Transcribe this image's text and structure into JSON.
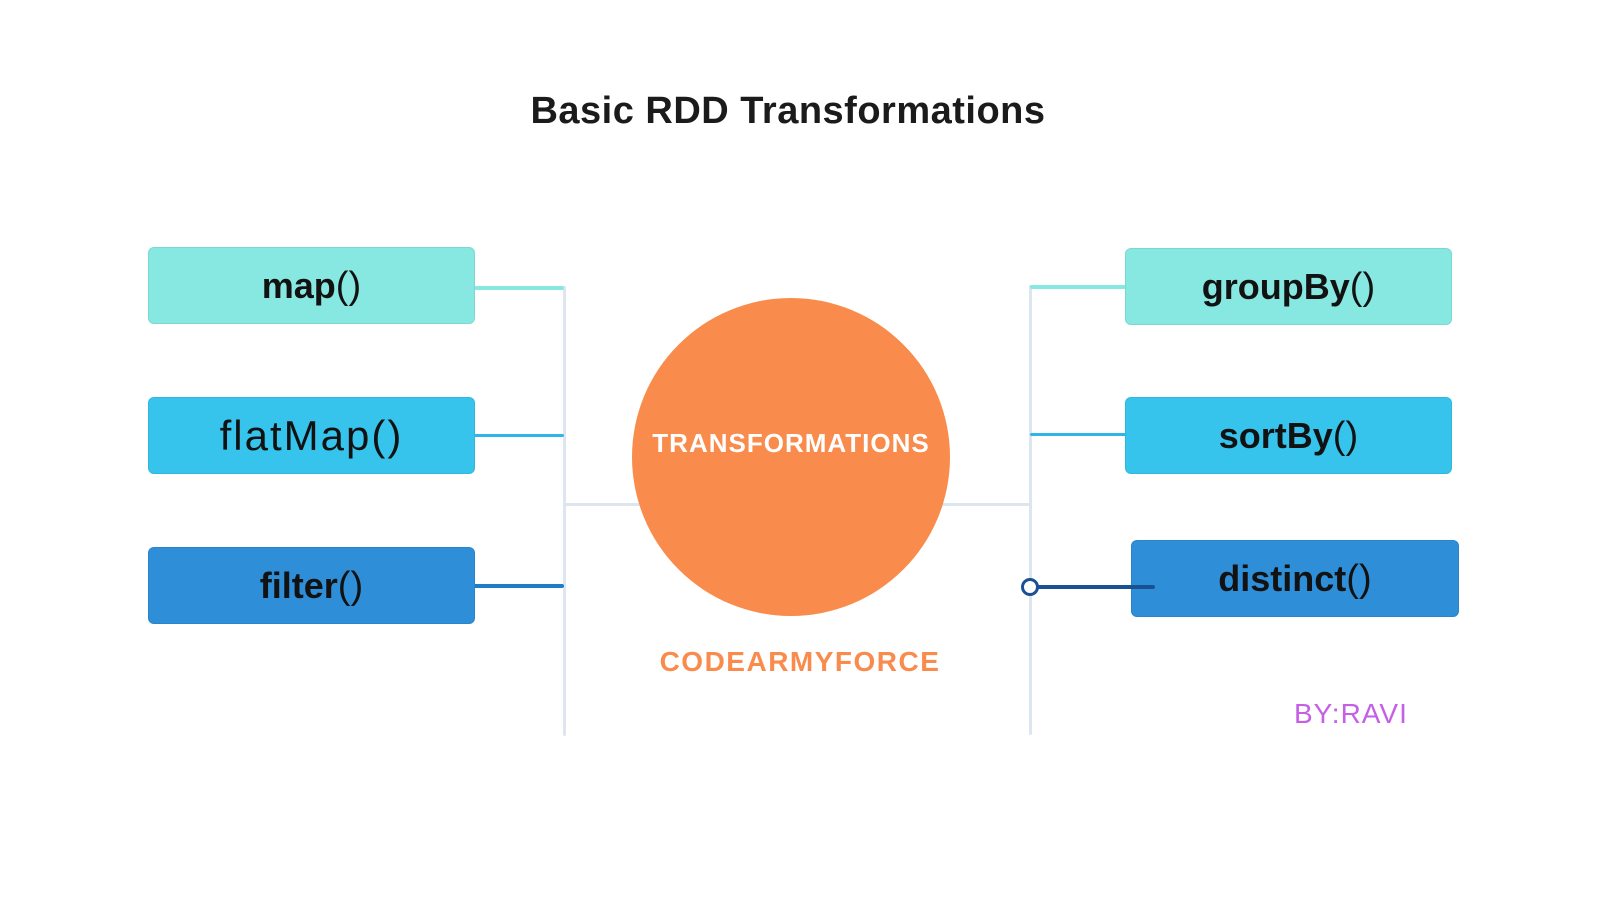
{
  "title": "Basic RDD Transformations",
  "center": {
    "label": "TRANSFORMATIONS",
    "brand": "CODEARMYFORCE"
  },
  "credit": "BY:RAVI",
  "left_nodes": [
    {
      "label": "map",
      "parens": "()"
    },
    {
      "label": "flatMap",
      "parens": "()"
    },
    {
      "label": "filter",
      "parens": "()"
    }
  ],
  "right_nodes": [
    {
      "label": "groupBy",
      "parens": "()"
    },
    {
      "label": "sortBy",
      "parens": "()"
    },
    {
      "label": "distinct",
      "parens": "()"
    }
  ],
  "colors": {
    "teal_box": "#87E8E1",
    "sky_box": "#36C4ED",
    "blue_box": "#2E8ED8",
    "orange_circle": "#F98C4C",
    "teal_connector": "#87E8E1",
    "sky_connector": "#2FB6E9",
    "blue_connector": "#1E7CC9",
    "navy_connector": "#1A5192",
    "light_line": "#DDE5EE",
    "brand_orange": "#F98C4C",
    "credit_purple": "#C45FE6",
    "title_text": "#1B1B1B",
    "circle_text": "#FFFFFF"
  }
}
